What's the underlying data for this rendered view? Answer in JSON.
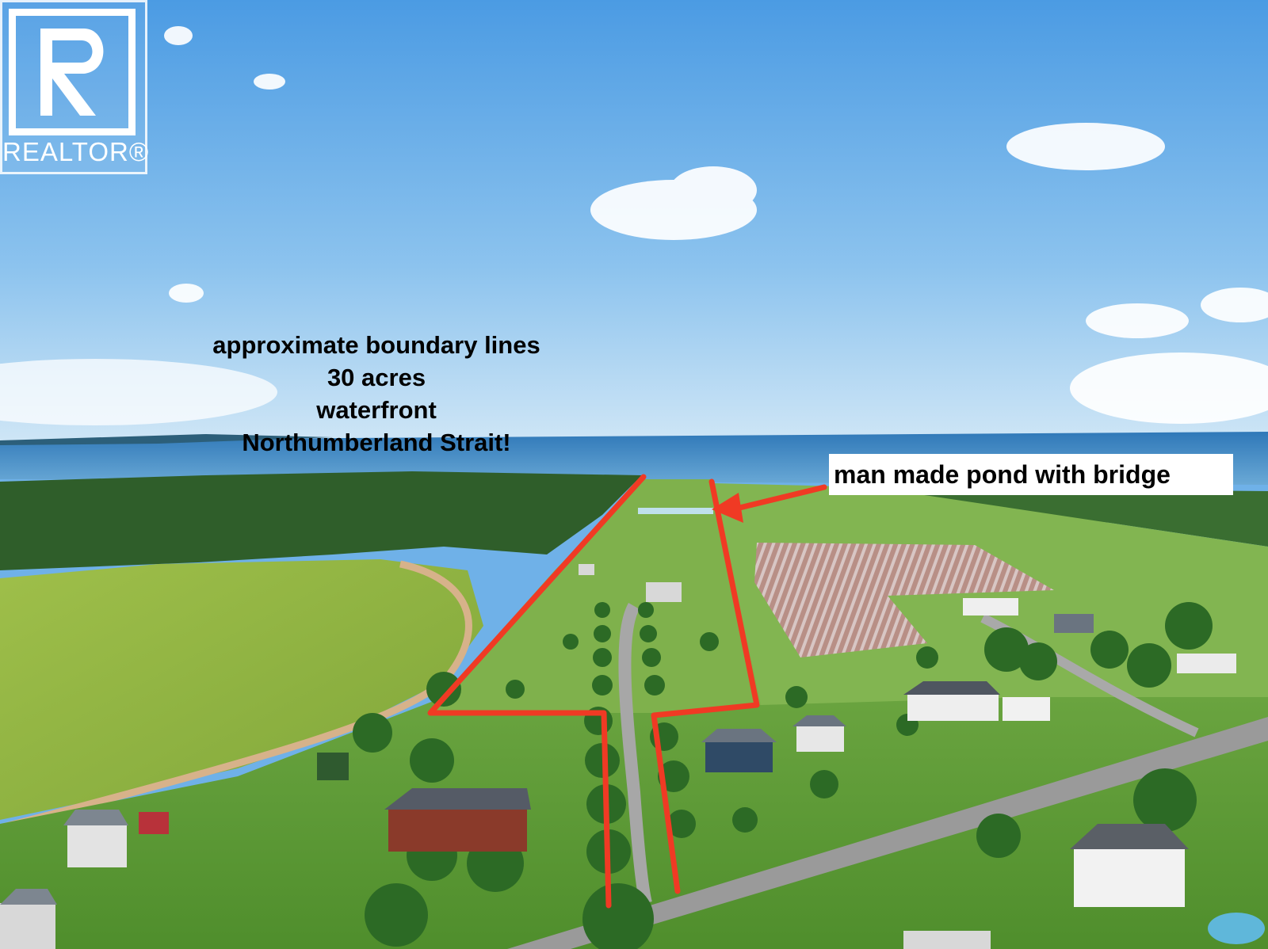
{
  "logo": {
    "text": "REALTOR®",
    "icon": "realtor-r-icon"
  },
  "annotations": {
    "lines": [
      "approximate boundary lines",
      "30 acres",
      "waterfront",
      "Northumberland Strait!"
    ],
    "pond_label": "man made pond with bridge"
  },
  "colors": {
    "boundary": "#f03a24",
    "sky": "#6fb1e8",
    "water": "#3f87c2"
  }
}
